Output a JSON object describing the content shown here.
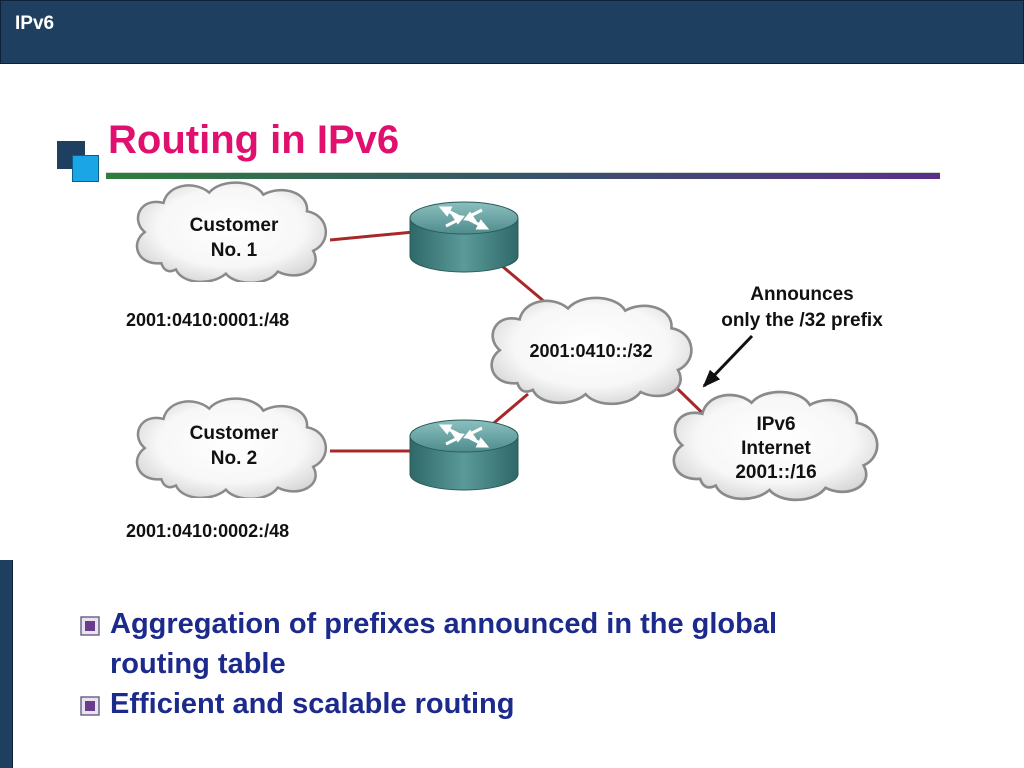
{
  "header": {
    "label": "IPv6"
  },
  "title": "Routing in IPv6",
  "diagram": {
    "customer1": {
      "line1": "Customer",
      "line2": "No. 1",
      "prefix": "2001:0410:0001:/48"
    },
    "customer2": {
      "line1": "Customer",
      "line2": "No. 2",
      "prefix": "2001:0410:0002:/48"
    },
    "aggregate": {
      "label": "2001:0410::/32"
    },
    "internet": {
      "line1": "IPv6",
      "line2": "Internet",
      "line3": "2001::/16"
    },
    "annotation": {
      "line1": "Announces",
      "line2": "only the /32 prefix"
    },
    "colors": {
      "link": "#a82828",
      "router": "#4f8c8c",
      "cloud_edge": "#8a8a8a"
    }
  },
  "bullets": [
    {
      "line1": "Aggregation of prefixes announced in the global",
      "line2": "routing table"
    },
    {
      "line1": "Efficient and scalable routing"
    }
  ],
  "colors": {
    "header_bg": "#1f3f60",
    "title": "#e0106e",
    "bullet_text": "#1c2a8c"
  }
}
